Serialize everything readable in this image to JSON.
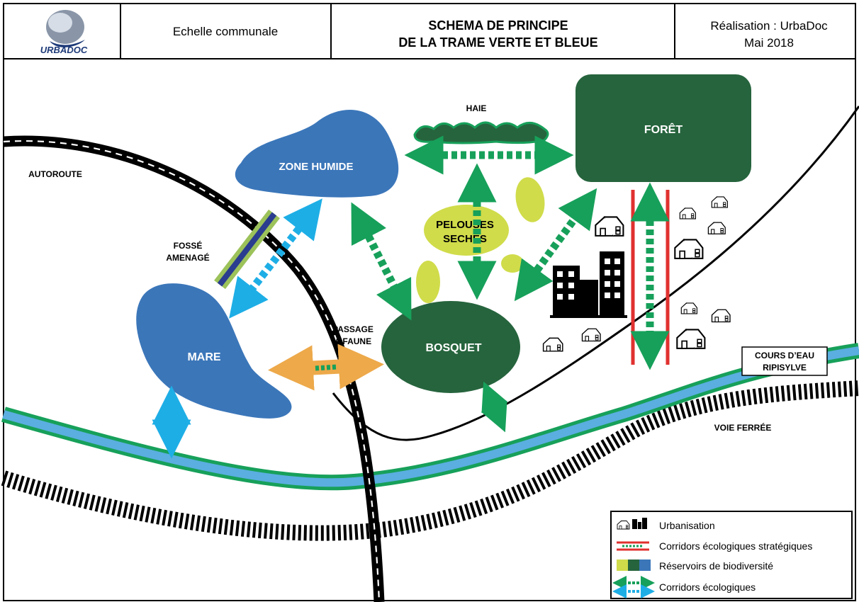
{
  "header": {
    "logo_text": "URBADOC",
    "scale": "Echelle communale",
    "title_line1": "SCHEMA DE PRINCIPE",
    "title_line2": "DE LA TRAME VERTE ET BLEUE",
    "credit_line1": "Réalisation : UrbaDoc",
    "credit_line2": "Mai 2018"
  },
  "labels": {
    "haie": "HAIE",
    "foret": "FORÊT",
    "zone_humide": "ZONE HUMIDE",
    "autoroute": "AUTOROUTE",
    "fosse_line1": "FOSSÉ",
    "fosse_line2": "AMENAGÉ",
    "pelouses_line1": "PELOUSES",
    "pelouses_line2": "SECHES",
    "passage_line1": "PASSAGE",
    "passage_line2": "A FAUNE",
    "mare": "MARE",
    "bosquet": "BOSQUET",
    "cours_line1": "COURS D’EAU",
    "cours_line2": "RIPISYLVE",
    "voie_ferree": "VOIE FERRÉE"
  },
  "legend": {
    "items": [
      {
        "label": "Urbanisation"
      },
      {
        "label": "Corridors écologiques stratégiques"
      },
      {
        "label": "Réservoirs de biodiversité"
      },
      {
        "label": "Corridors écologiques"
      }
    ]
  },
  "colors": {
    "dark_green": "#26643d",
    "green": "#17a05a",
    "blue_reservoir": "#3b76b9",
    "light_blue": "#1eaee6",
    "lime": "#d0dc4a",
    "orange": "#eda94a",
    "red": "#e0312f",
    "water": "#5aaee0"
  },
  "icons": [
    "house-icon",
    "building-icon",
    "road-icon",
    "railway-icon",
    "arrow-icon"
  ]
}
